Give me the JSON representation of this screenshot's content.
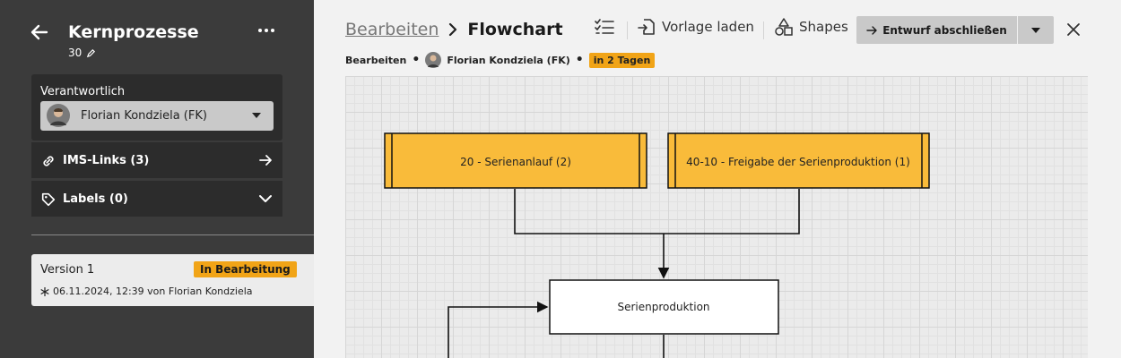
{
  "sidebar": {
    "title": "Kernprozesse",
    "count": "30",
    "responsible_label": "Verantwortlich",
    "responsible_name": "Florian Kondziela (FK)",
    "ims_links": "IMS-Links (3)",
    "labels": "Labels (0)",
    "version": {
      "label": "Version 1",
      "status": "In Bearbeitung",
      "created": "06.11.2024, 12:39 von Florian Kondziela"
    }
  },
  "header": {
    "breadcrumb_parent": "Bearbeiten",
    "breadcrumb_current": "Flowchart",
    "sub_mode": "Bearbeiten",
    "sub_user": "Florian Kondziela (FK)",
    "sub_due": "in 2 Tagen",
    "load_template": "Vorlage laden",
    "shapes": "Shapes",
    "finish_draft": "Entwurf abschließen"
  },
  "flow": {
    "nodes": [
      {
        "id": "n1",
        "label": "20 - Serienanlauf (2)",
        "kind": "subprocess"
      },
      {
        "id": "n2",
        "label": "40-10 - Freigabe der Serienproduktion (1)",
        "kind": "subprocess"
      },
      {
        "id": "n3",
        "label": "Serienproduktion",
        "kind": "process"
      }
    ]
  },
  "colors": {
    "accent": "#f1a417",
    "subprocess_fill": "#f9bb3a",
    "sidebar_bg": "#3b3b3b"
  }
}
